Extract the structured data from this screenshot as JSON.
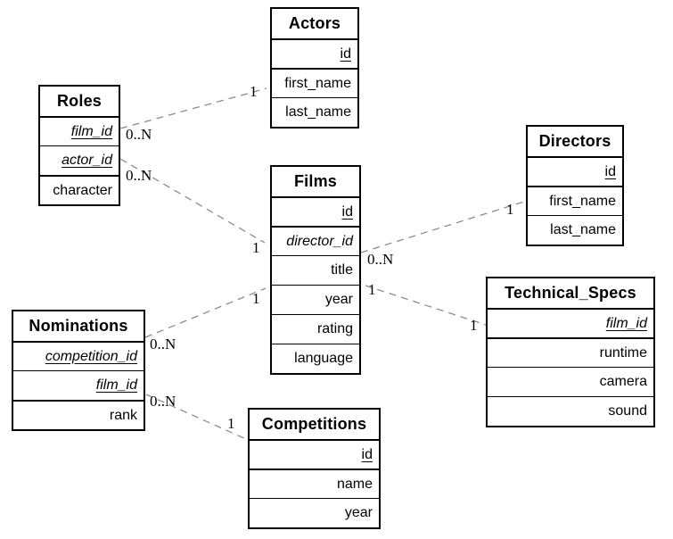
{
  "diagram": {
    "type": "entity-relationship",
    "background_color": "#ffffff",
    "entity_border_color": "#000000",
    "relationship_line_color": "#8c8c8c",
    "entities": [
      {
        "name": "Actors",
        "fields": [
          {
            "label": "id",
            "style": "underline"
          },
          {
            "label": "first_name",
            "style": ""
          },
          {
            "label": "last_name",
            "style": ""
          }
        ]
      },
      {
        "name": "Roles",
        "fields": [
          {
            "label": "film_id",
            "style": "underline italic"
          },
          {
            "label": "actor_id",
            "style": "underline italic"
          },
          {
            "label": "character",
            "style": ""
          }
        ]
      },
      {
        "name": "Films",
        "fields": [
          {
            "label": "id",
            "style": "underline"
          },
          {
            "label": "director_id",
            "style": "italic"
          },
          {
            "label": "title",
            "style": ""
          },
          {
            "label": "year",
            "style": ""
          },
          {
            "label": "rating",
            "style": ""
          },
          {
            "label": "language",
            "style": ""
          }
        ]
      },
      {
        "name": "Directors",
        "fields": [
          {
            "label": "id",
            "style": "underline"
          },
          {
            "label": "first_name",
            "style": ""
          },
          {
            "label": "last_name",
            "style": ""
          }
        ]
      },
      {
        "name": "Nominations",
        "fields": [
          {
            "label": "competition_id",
            "style": "underline italic"
          },
          {
            "label": "film_id",
            "style": "underline italic"
          },
          {
            "label": "rank",
            "style": ""
          }
        ]
      },
      {
        "name": "Technical_Specs",
        "fields": [
          {
            "label": "film_id",
            "style": "underline italic"
          },
          {
            "label": "runtime",
            "style": ""
          },
          {
            "label": "camera",
            "style": ""
          },
          {
            "label": "sound",
            "style": ""
          }
        ]
      },
      {
        "name": "Competitions",
        "fields": [
          {
            "label": "id",
            "style": "underline"
          },
          {
            "label": "name",
            "style": ""
          },
          {
            "label": "year",
            "style": ""
          }
        ]
      }
    ],
    "connections": [
      {
        "from": "Roles",
        "to": "Actors",
        "from_label": "0..N",
        "to_label": "1"
      },
      {
        "from": "Roles",
        "to": "Films",
        "from_label": "0..N",
        "to_label": "1"
      },
      {
        "from": "Films",
        "to": "Directors",
        "from_label": "0..N",
        "to_label": "1"
      },
      {
        "from": "Films",
        "to": "Technical_Specs",
        "from_label": "1",
        "to_label": "1"
      },
      {
        "from": "Nominations",
        "to": "Films",
        "from_label": "0..N",
        "to_label": "1"
      },
      {
        "from": "Nominations",
        "to": "Competitions",
        "from_label": "0..N",
        "to_label": "1"
      }
    ]
  }
}
